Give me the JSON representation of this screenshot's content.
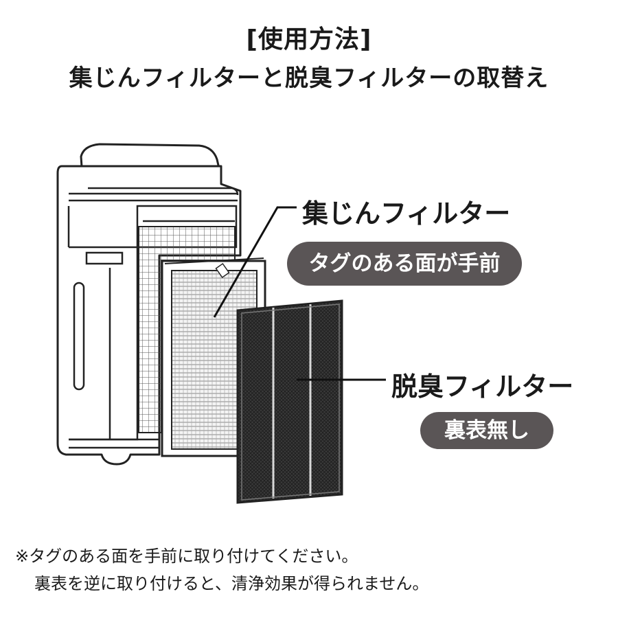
{
  "header": {
    "title": "[使用方法]",
    "subtitle": "集じんフィルターと脱臭フィルターの取替え"
  },
  "callouts": {
    "dust_filter": {
      "label": "集じんフィルター",
      "badge": "タグのある面が手前"
    },
    "deodorizing_filter": {
      "label": "脱臭フィルター",
      "badge": "裏表無し"
    }
  },
  "notes": {
    "line1": "※タグのある面を手前に取り付けてください。",
    "line2": "裏表を逆に取り付けると、清浄効果が得られません。"
  },
  "colors": {
    "badge_bg": "#5a5556",
    "carbon_filter": "#3a3a3a"
  }
}
